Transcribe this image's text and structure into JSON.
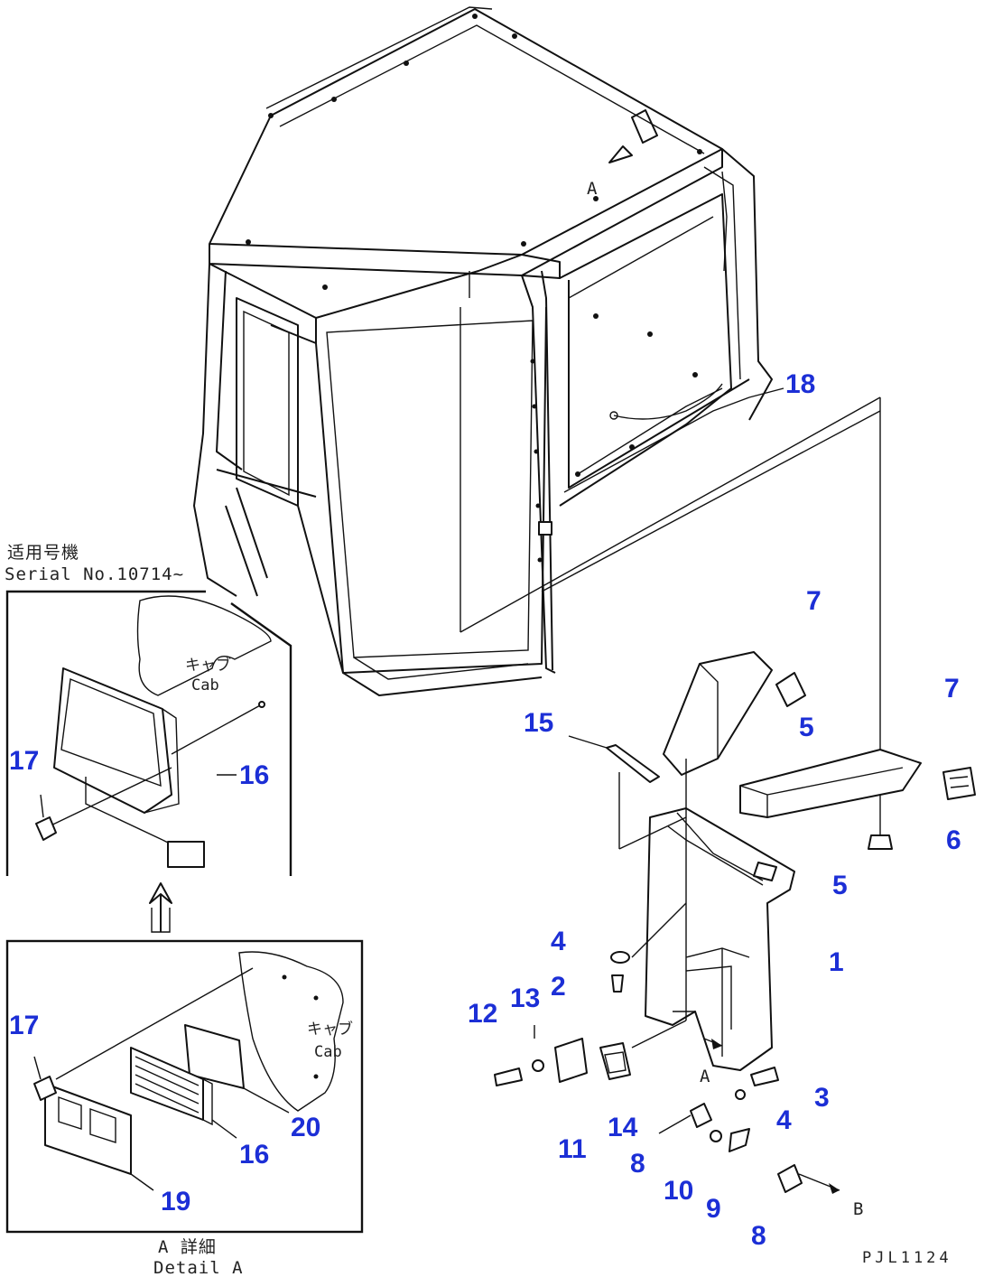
{
  "diagram": {
    "callouts": [
      {
        "id": "c1",
        "label": "1"
      },
      {
        "id": "c2",
        "label": "2"
      },
      {
        "id": "c3",
        "label": "3"
      },
      {
        "id": "c4a",
        "label": "4"
      },
      {
        "id": "c4b",
        "label": "4"
      },
      {
        "id": "c5a",
        "label": "5"
      },
      {
        "id": "c5b",
        "label": "5"
      },
      {
        "id": "c6",
        "label": "6"
      },
      {
        "id": "c7a",
        "label": "7"
      },
      {
        "id": "c7b",
        "label": "7"
      },
      {
        "id": "c8a",
        "label": "8"
      },
      {
        "id": "c8b",
        "label": "8"
      },
      {
        "id": "c9",
        "label": "9"
      },
      {
        "id": "c10",
        "label": "10"
      },
      {
        "id": "c11",
        "label": "11"
      },
      {
        "id": "c12",
        "label": "12"
      },
      {
        "id": "c13",
        "label": "13"
      },
      {
        "id": "c14",
        "label": "14"
      },
      {
        "id": "c15",
        "label": "15"
      },
      {
        "id": "c16a",
        "label": "16"
      },
      {
        "id": "c16b",
        "label": "16"
      },
      {
        "id": "c17a",
        "label": "17"
      },
      {
        "id": "c17b",
        "label": "17"
      },
      {
        "id": "c18",
        "label": "18"
      },
      {
        "id": "c19",
        "label": "19"
      },
      {
        "id": "c20",
        "label": "20"
      }
    ],
    "view_markers": {
      "a_top": "A",
      "a_lower": "A",
      "b_lower": "B"
    },
    "serial_note": {
      "jp": "适用号機",
      "en": "Serial No.10714~"
    },
    "cab_label_upper": {
      "jp": "キャブ",
      "en": "Cab"
    },
    "cab_label_lower": {
      "jp": "キャブ",
      "en": "Cab"
    },
    "detail_label": {
      "jp": "A 詳細",
      "en": "Detail A"
    },
    "drawing_code": "PJL1124"
  }
}
